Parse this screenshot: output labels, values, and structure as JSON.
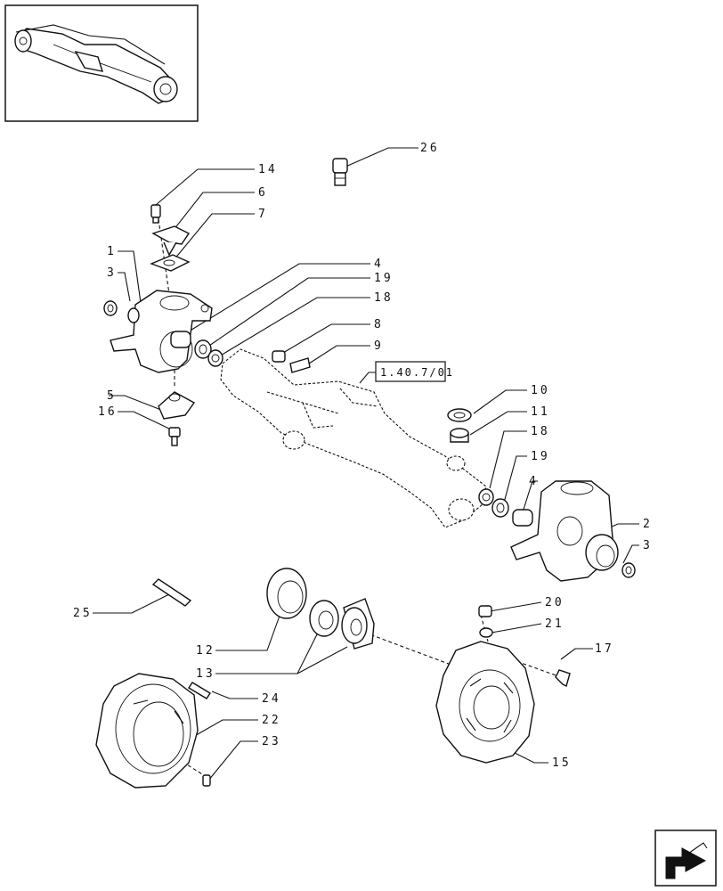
{
  "labels": {
    "l1": "1",
    "l2": "2",
    "l3a": "3",
    "l3b": "3",
    "l4a": "4",
    "l4b": "4",
    "l5": "5",
    "l6": "6",
    "l7": "7",
    "l8": "8",
    "l9": "9",
    "l10": "10",
    "l11": "11",
    "l12": "12",
    "l13": "13",
    "l14": "14",
    "l15": "15",
    "l16": "16",
    "l17": "17",
    "l18a": "18",
    "l18b": "18",
    "l19a": "19",
    "l19b": "19",
    "l20": "20",
    "l21": "21",
    "l22": "22",
    "l23": "23",
    "l24": "24",
    "l25": "25",
    "l26": "26"
  },
  "reference": "1.40.7/01",
  "icons": {
    "thumbnail": "front-axle-thumbnail",
    "nav": "next-page-arrow-icon"
  }
}
